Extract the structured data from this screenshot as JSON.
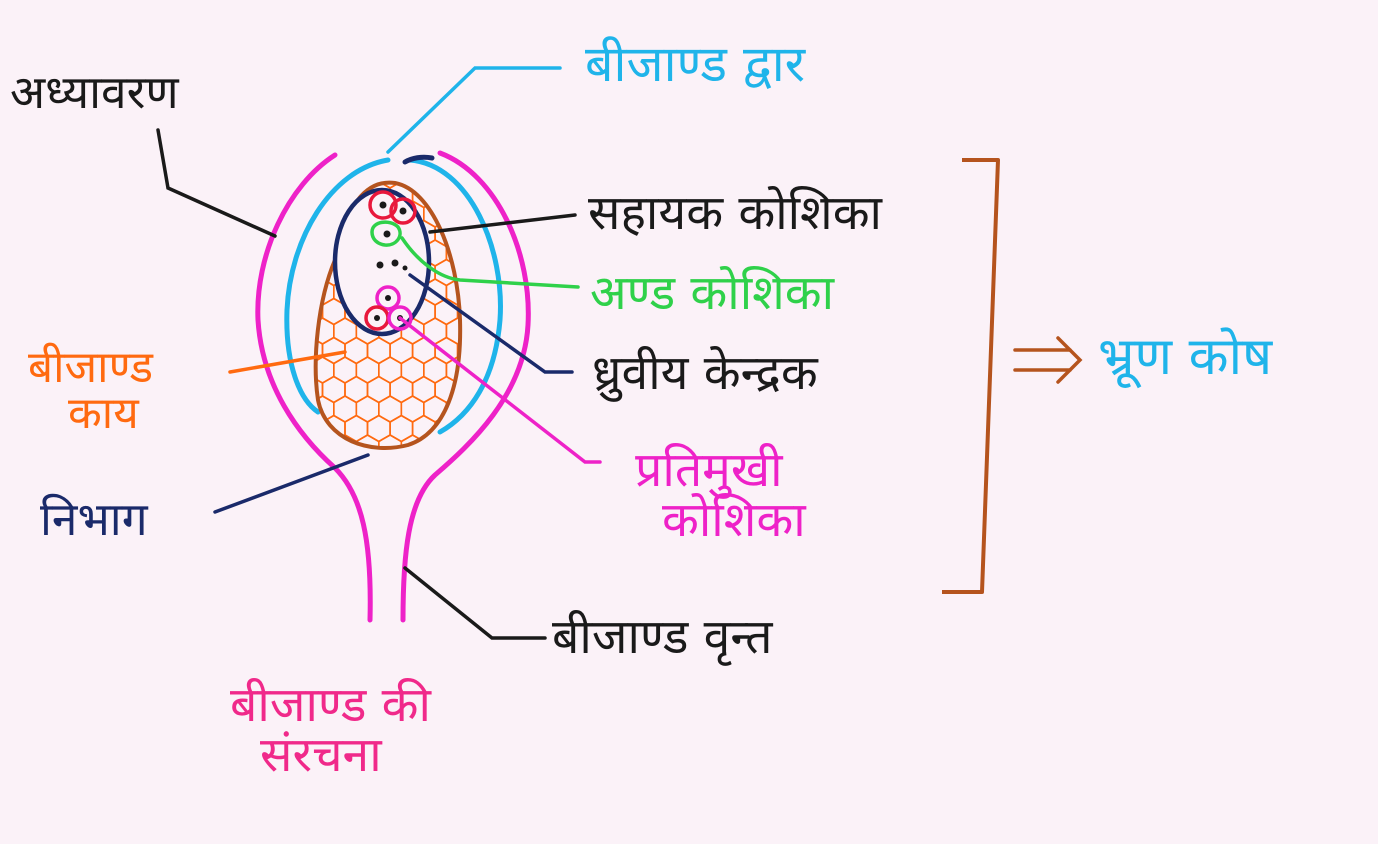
{
  "labels": {
    "integument": "अध्यावरण",
    "micropyle": "बीजाण्ड द्वार",
    "synergids": "सहायक कोशिका",
    "egg_cell": "अण्ड कोशिका",
    "polar_nuclei": "ध्रुवीय केन्द्रक",
    "nucellus_line1": "बीजाण्ड",
    "nucellus_line2": "काय",
    "chalaza": "निभाग",
    "antipodal_line1": "प्रतिमुखी",
    "antipodal_line2": "कोशिका",
    "funicle": "बीजाण्ड वृन्त",
    "embryo_sac": "भ्रूण कोष",
    "title_line1": "बीजाण्ड की",
    "title_line2": "संरचना"
  },
  "colors": {
    "background": "#fbf2f8",
    "black": "#1a1a1a",
    "cyan": "#1fb4ea",
    "green": "#2fd14a",
    "orange": "#ff6a10",
    "brown": "#b5541e",
    "magenta": "#ee22c8",
    "navy": "#1a2a6a",
    "red": "#e8183c",
    "pink": "#f0298a"
  }
}
